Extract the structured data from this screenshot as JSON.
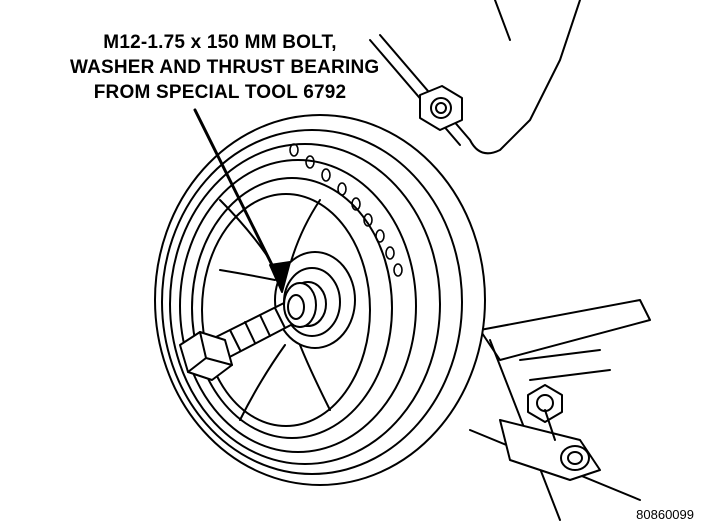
{
  "callout": {
    "line1": "M12-1.75 x 150 MM BOLT,",
    "line2": "WASHER AND THRUST BEARING",
    "line3": "FROM SPECIAL TOOL 6792"
  },
  "figure_code": "80860099",
  "colors": {
    "ink": "#000000",
    "paper": "#ffffff"
  }
}
